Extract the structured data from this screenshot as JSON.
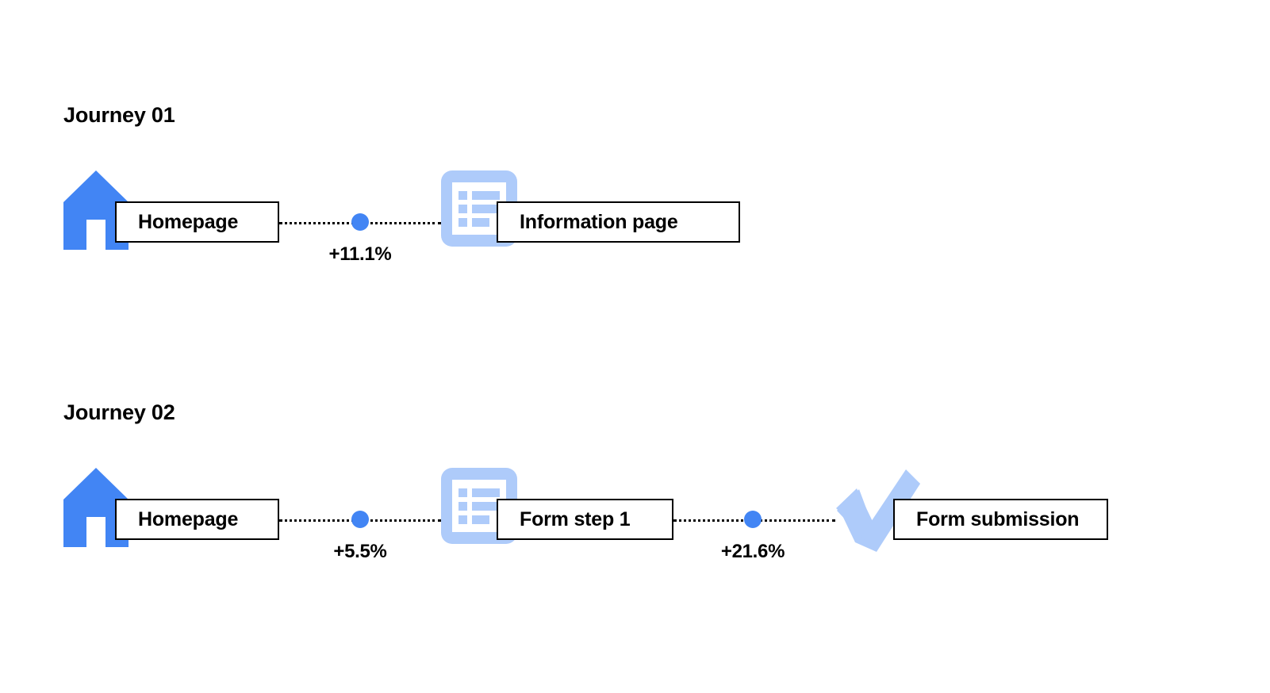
{
  "colors": {
    "accent_blue": "#4285F4",
    "light_blue": "#AECBFA",
    "outline": "#000000",
    "background": "#FFFFFF"
  },
  "diagram": {
    "type": "user-journey-flow",
    "journeys": [
      {
        "title": "Journey 01",
        "steps": [
          {
            "label": "Homepage",
            "icon": "house-icon"
          },
          {
            "label": "Information page",
            "icon": "document-list-icon"
          }
        ],
        "connectors": [
          {
            "value": "+11.1%",
            "node": "circle-node"
          }
        ]
      },
      {
        "title": "Journey 02",
        "steps": [
          {
            "label": "Homepage",
            "icon": "house-icon"
          },
          {
            "label": "Form step 1",
            "icon": "document-list-icon"
          },
          {
            "label": "Form submission",
            "icon": "checkmark-icon"
          }
        ],
        "connectors": [
          {
            "value": "+5.5%",
            "node": "circle-node"
          },
          {
            "value": "+21.6%",
            "node": "circle-node"
          }
        ]
      }
    ]
  }
}
